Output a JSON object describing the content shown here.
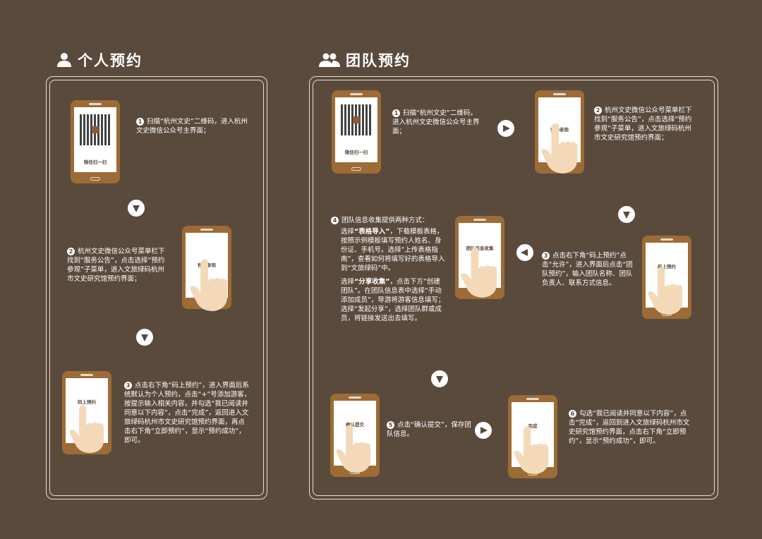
{
  "personal": {
    "title": "个人预约",
    "step1": {
      "num": "1",
      "text": "扫描“杭州文史”二维码，进入杭州文史微信公众号主界面；",
      "phone_label": "微信扫一扫"
    },
    "step2": {
      "num": "2",
      "text": "杭州文史微信公众号菜单栏下找到“服务公告”，点击选择“预约参观”子菜单，进入文旅绿码杭州市文史研究馆预约界面；",
      "phone_label": "预约参观"
    },
    "step3": {
      "num": "3",
      "text": "点击右下角“码上预约”，进入界面后系统默认为个人预约，点击“+”号添加游客，按提示输入相关内容，并勾选“我已阅读并同意以下内容”，点击“完成”，返回进入文旅绿码杭州市文史研究馆预约界面，再点击右下角“立即预约”，显示“预约成功”，即可。",
      "phone_label": "码上预约"
    }
  },
  "team": {
    "title": "团队预约",
    "step1": {
      "num": "1",
      "text": "扫描“杭州文史”二维码，进入杭州文史微信公众号主界面；",
      "phone_label": "微信扫一扫"
    },
    "step2": {
      "num": "2",
      "text": "杭州文史微信公众号菜单栏下找到“服务公告”，点击选择“预约参观”子菜单，进入文旅绿码杭州市文史研究馆预约界面；",
      "phone_label": "预约参观"
    },
    "step3": {
      "num": "3",
      "text": "点击右下角“码上预约”点击“允许”，进入界面后点击“团队预约”，输入团队名称、团队负责人、联系方式信息。",
      "phone_label": "码上预约"
    },
    "step4": {
      "num": "4",
      "intro": "团队信息收集提供两种方式：",
      "a_pre": "选择",
      "a_bold": "“表格导入”",
      "a_post": "，下载模板表格，按照示例模板填写预约人姓名、身份证、手机号。选择“上传表格指南”，查看如何将填写好的表格导入到“文旅绿码”中。",
      "b_pre": "选择",
      "b_bold": "“分享收集”",
      "b_post": "，点击下方“创建团队”。在团队信息表中选择“手动添加成员”，导游将游客信息填写；选择“发起分享”，选择团队群或成员，将链接发送出去填写。",
      "phone_label": "团队信息收集"
    },
    "step5": {
      "num": "5",
      "text": "点击“确认提交”，保存团队信息。",
      "phone_label": "确认提交"
    },
    "step6": {
      "num": "6",
      "text": "勾选“我已阅读并同意以下内容”，点击“完成”，返回到进入文旅绿码杭州市文史研究馆预约界面，点击右下角“立即预约”，显示“预约成功”，即可。",
      "phone_label": "完成"
    }
  },
  "colors": {
    "background": "#5a4a3c",
    "phone": "#9c6b36",
    "skin": "#f3d9b8",
    "line": "#e8ddd0"
  }
}
